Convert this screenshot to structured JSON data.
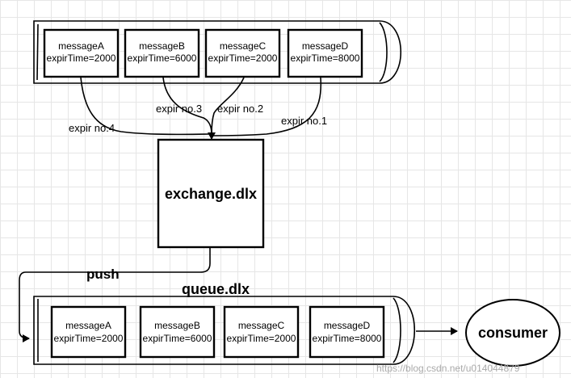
{
  "top_queue": {
    "messages": [
      {
        "name": "messageA",
        "expire": "expirTime=2000"
      },
      {
        "name": "messageB",
        "expire": "expirTime=6000"
      },
      {
        "name": "messageC",
        "expire": "expirTime=2000"
      },
      {
        "name": "messageD",
        "expire": "expirTime=8000"
      }
    ]
  },
  "expiry_labels": {
    "a": "expir no.4",
    "b": "expir no.3",
    "c": "expir no.2",
    "d": "expir no.1"
  },
  "exchange": {
    "label": "exchange.dlx"
  },
  "push_label": "push",
  "bottom_queue": {
    "label": "queue.dlx",
    "messages": [
      {
        "name": "messageA",
        "expire": "expirTime=2000"
      },
      {
        "name": "messageB",
        "expire": "expirTime=6000"
      },
      {
        "name": "messageC",
        "expire": "expirTime=2000"
      },
      {
        "name": "messageD",
        "expire": "expirTime=8000"
      }
    ]
  },
  "consumer": {
    "label": "consumer"
  },
  "watermark": "https://blog.csdn.net/u014044879"
}
